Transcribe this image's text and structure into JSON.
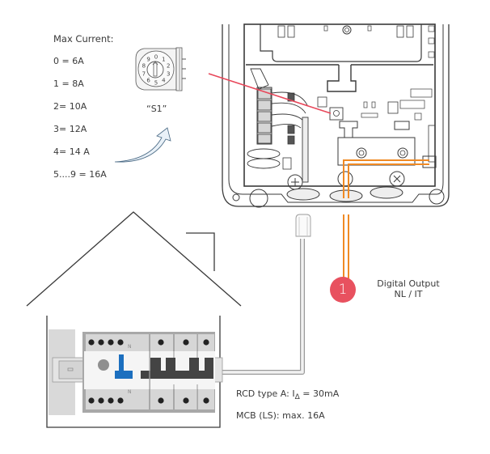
{
  "switch_legend": {
    "title": "Max Current:",
    "entries": [
      "0 = 6A",
      "1 = 8A",
      "2= 10A",
      "3= 12A",
      "4= 14 A",
      "5....9 = 16A"
    ]
  },
  "rotary_switch": {
    "label": "“S1”",
    "digits": [
      "0",
      "1",
      "2",
      "3",
      "4",
      "5",
      "6",
      "7",
      "8",
      "9"
    ],
    "current_position": "1"
  },
  "digital_output": {
    "badge_number": "1",
    "title": "Digital Output",
    "subtitle": "NL / IT"
  },
  "protection": {
    "rcd_prefix": "RCD type A: I",
    "rcd_symbol": "Δ",
    "rcd_suffix": " = 30mA",
    "mcb": "MCB (LS): max. 16A"
  },
  "breaker_marks": {
    "neutral_top": "N",
    "neutral_bottom": "N"
  },
  "colors": {
    "leader_line": "#e8475a",
    "badge": "#e8515f",
    "wire_orange": "#f08a24",
    "rcd_blue": "#1c6fbf",
    "mcb_dark": "#444444",
    "outline": "#3a3a3a",
    "cable_gray": "#9a9a9a"
  }
}
